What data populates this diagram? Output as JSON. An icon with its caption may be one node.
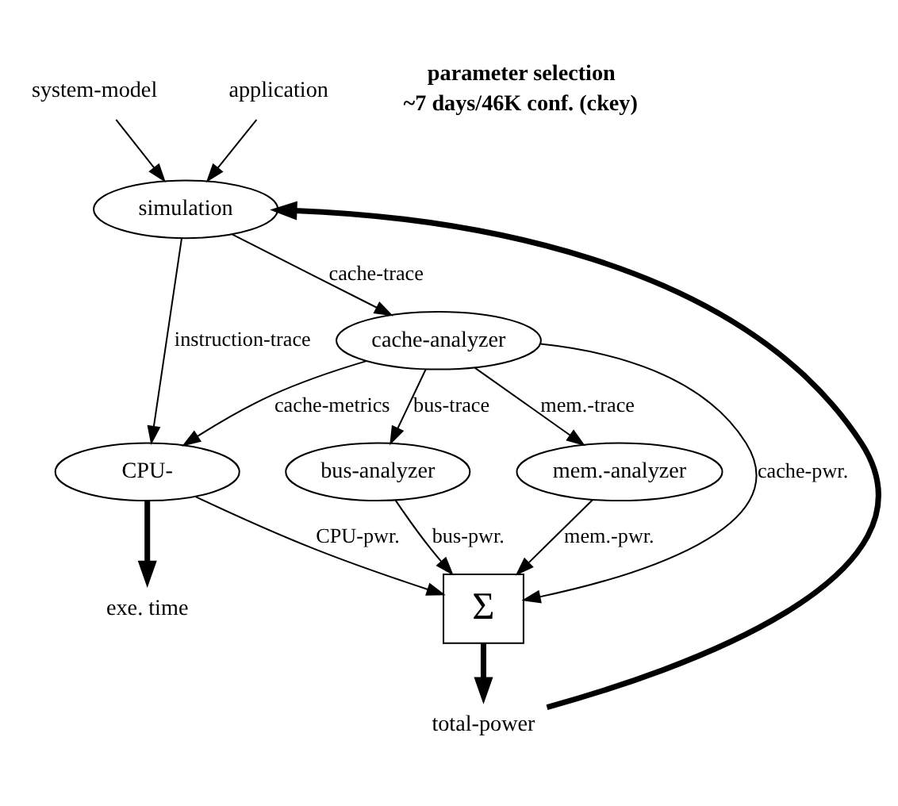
{
  "diagram": {
    "nodes": [
      {
        "text": [
          "system-model"
        ]
      },
      {
        "text": [
          "application"
        ]
      },
      {
        "text": [
          "simulation"
        ]
      },
      {
        "text": [
          "CPU-"
        ]
      },
      {
        "text": [
          "cache-analyzer"
        ]
      },
      {
        "text": [
          "bus-analyzer"
        ]
      },
      {
        "text": [
          "mem.-analyzer"
        ]
      },
      {
        "text": [
          "Σ"
        ]
      },
      {
        "text": [
          "exe. time"
        ]
      },
      {
        "text": [
          "total-power"
        ]
      }
    ],
    "edges": [
      {
        "from": 0,
        "to": 2,
        "arrow": "to"
      },
      {
        "from": 1,
        "to": 2,
        "arrow": "to"
      },
      {
        "from": 2,
        "to": 3,
        "arrow": "to",
        "label": "instruction-trace"
      },
      {
        "from": 2,
        "to": 4,
        "arrow": "to",
        "label": "cache-trace"
      },
      {
        "from": 4,
        "to": 3,
        "arrow": "to",
        "label": "cache-metrics"
      },
      {
        "from": 3,
        "to": 8,
        "arrow": "to",
        "style": "thick"
      },
      {
        "from": 3,
        "to": 7,
        "arrow": "to",
        "label": "CPU-pwr."
      },
      {
        "from": 4,
        "to": 7,
        "arrow": "to",
        "label": "cache-pwr."
      },
      {
        "from": 4,
        "to": 5,
        "arrow": "to",
        "label": "bus-trace"
      },
      {
        "from": 4,
        "to": 6,
        "arrow": "to",
        "label": "mem.-trace"
      },
      {
        "from": 5,
        "to": 7,
        "arrow": "to",
        "label": "bus-pwr."
      },
      {
        "from": 6,
        "to": 7,
        "arrow": "to",
        "label": "mem.-pwr."
      },
      {
        "from": 7,
        "to": 9,
        "arrow": "to",
        "style": "thick"
      },
      {
        "from": 9,
        "to": 2,
        "arrow": "to",
        "style": "thick"
      }
    ],
    "labels": [
      "parameter selection",
      "~7 days/46K conf. (ckey)"
    ]
  }
}
